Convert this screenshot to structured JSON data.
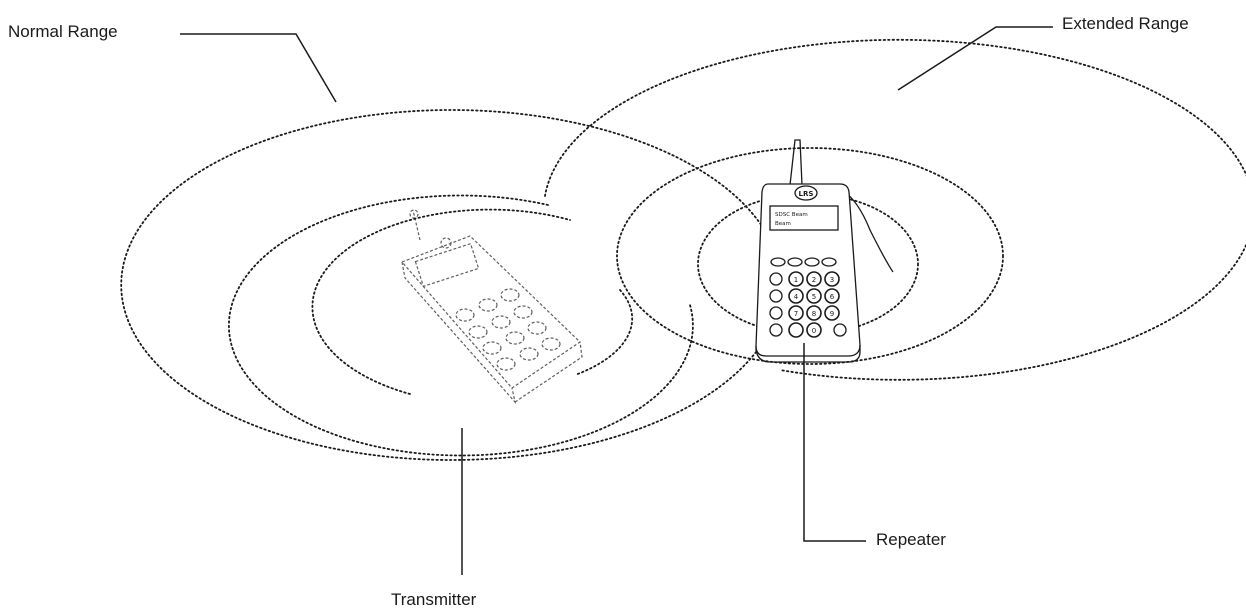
{
  "labels": {
    "normal_range": "Normal Range",
    "extended_range": "Extended Range",
    "repeater": "Repeater",
    "transmitter": "Transmitter"
  },
  "repeater_device": {
    "logo": "LRS",
    "display_line1": "SDSC Beam",
    "display_line2": "Beam",
    "keys": [
      "1",
      "2",
      "3",
      "4",
      "5",
      "6",
      "7",
      "8",
      "9",
      "0"
    ]
  },
  "colors": {
    "ink": "#1a1a1a",
    "background": "#ffffff"
  }
}
